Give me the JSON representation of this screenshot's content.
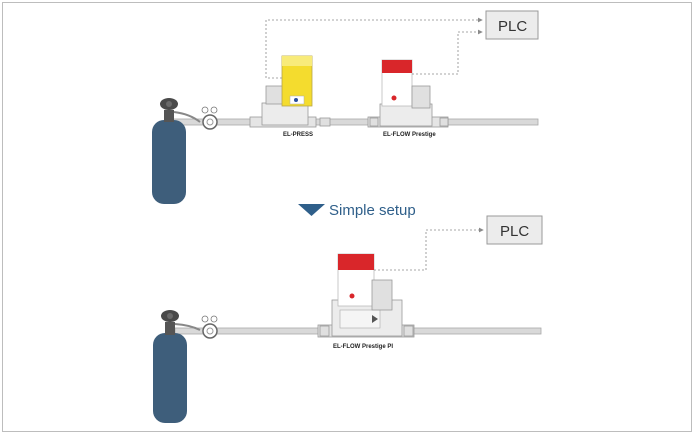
{
  "colors": {
    "cylinder": "#3e5e7b",
    "cylinder_dark": "#2f4b63",
    "pipe": "#d9d9d9",
    "pipe_stroke": "#a8a8a8",
    "plc_fill": "#ececec",
    "plc_stroke": "#9a9a9a",
    "press_yellow": "#f4dc2e",
    "flow_red": "#d9262a",
    "arrow_blue": "#2f5f8a",
    "dash": "#8a8a8a"
  },
  "top": {
    "plc_label": "PLC",
    "press_label": "EL-PRESS",
    "flow_label": "EL-FLOW Prestige"
  },
  "divider": {
    "text": "Simple setup"
  },
  "bottom": {
    "plc_label": "PLC",
    "flow_label": "EL-FLOW Prestige PI"
  },
  "icons": {
    "cylinder": "gas-cylinder-icon",
    "valve": "valve-icon",
    "regulator": "regulator-icon",
    "arrow": "triangle-down-icon"
  }
}
